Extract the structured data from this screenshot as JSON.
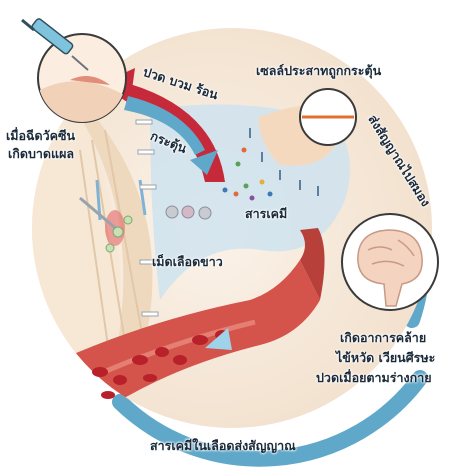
{
  "labels": {
    "pain_swelling_heat": "ปวด บวม ร้อน",
    "injection_wound": "เมื่อฉีดวัคซีน",
    "injection_wound_2": "เกิดบาดแผล",
    "stimulated": "กระตุ้น",
    "nerve_cell_stimulated": "เซลล์ประสาทถูกกระตุ้น",
    "signal_to_brain": "ส่งสัญญาณไปสมอง",
    "chemicals": "สารเคมี",
    "white_blood_cells": "เม็ดเลือดขาว",
    "symptoms_line1": "เกิดอาการคล้าย",
    "symptoms_line2": "ไข้หวัด เวียนศีรษะ",
    "symptoms_line3": "ปวดเมื่อยตามร่างกาย",
    "blood_chemicals_signal": "สารเคมีในเลือดส่งสัญญาณ"
  },
  "colors": {
    "cycle_arrow": "#5fa8c9",
    "inflammation_arrow": "#c62a3a",
    "tissue": "#f2e3d2",
    "vessel": "#c9473f",
    "brain": "#f4d3c0"
  }
}
